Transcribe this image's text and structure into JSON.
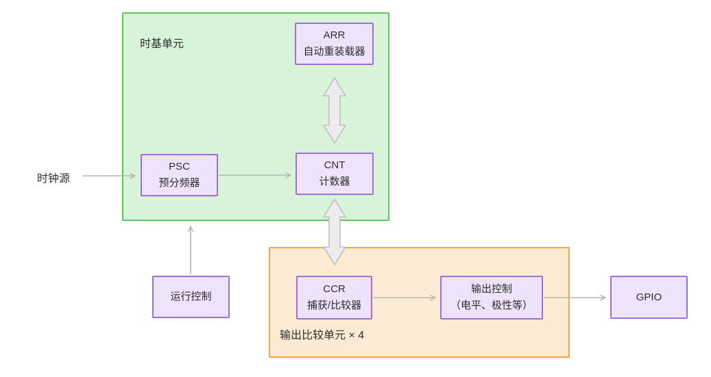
{
  "diagram": {
    "groups": {
      "timebase": {
        "label": "时基单元"
      },
      "output_compare": {
        "label": "输出比较单元 × 4"
      }
    },
    "nodes": {
      "clock_source": {
        "label": "时钟源"
      },
      "arr": {
        "title": "ARR",
        "subtitle": "自动重装载器"
      },
      "psc": {
        "title": "PSC",
        "subtitle": "预分频器"
      },
      "cnt": {
        "title": "CNT",
        "subtitle": "计数器"
      },
      "run_control": {
        "title": "运行控制"
      },
      "ccr": {
        "title": "CCR",
        "subtitle": "捕获/比较器"
      },
      "output_control": {
        "title": "输出控制",
        "subtitle": "（电平、极性等）"
      },
      "gpio": {
        "title": "GPIO"
      }
    },
    "connections": [
      {
        "from": "clock_source",
        "to": "psc",
        "style": "thin-arrow"
      },
      {
        "from": "psc",
        "to": "cnt",
        "style": "thin-arrow"
      },
      {
        "from": "run_control",
        "to": "timebase",
        "style": "thin-arrow"
      },
      {
        "from": "arr",
        "to": "cnt",
        "style": "block-double-arrow"
      },
      {
        "from": "cnt",
        "to": "ccr",
        "style": "block-double-arrow"
      },
      {
        "from": "ccr",
        "to": "output_control",
        "style": "thin-arrow"
      },
      {
        "from": "output_control",
        "to": "gpio",
        "style": "thin-arrow"
      }
    ],
    "colors": {
      "timebase_border": "#5fc45f",
      "timebase_fill": "#d9f3d9",
      "output_border": "#f7a440",
      "output_fill": "#fcead2",
      "node_border": "#9d6fd8",
      "node_fill": "#eee3fa",
      "thin_arrow": "#b4b4b4",
      "block_arrow_fill": "#ececec",
      "block_arrow_stroke": "#bfbfbf",
      "text": "#2d2d2d",
      "background": "#ffffff"
    }
  }
}
